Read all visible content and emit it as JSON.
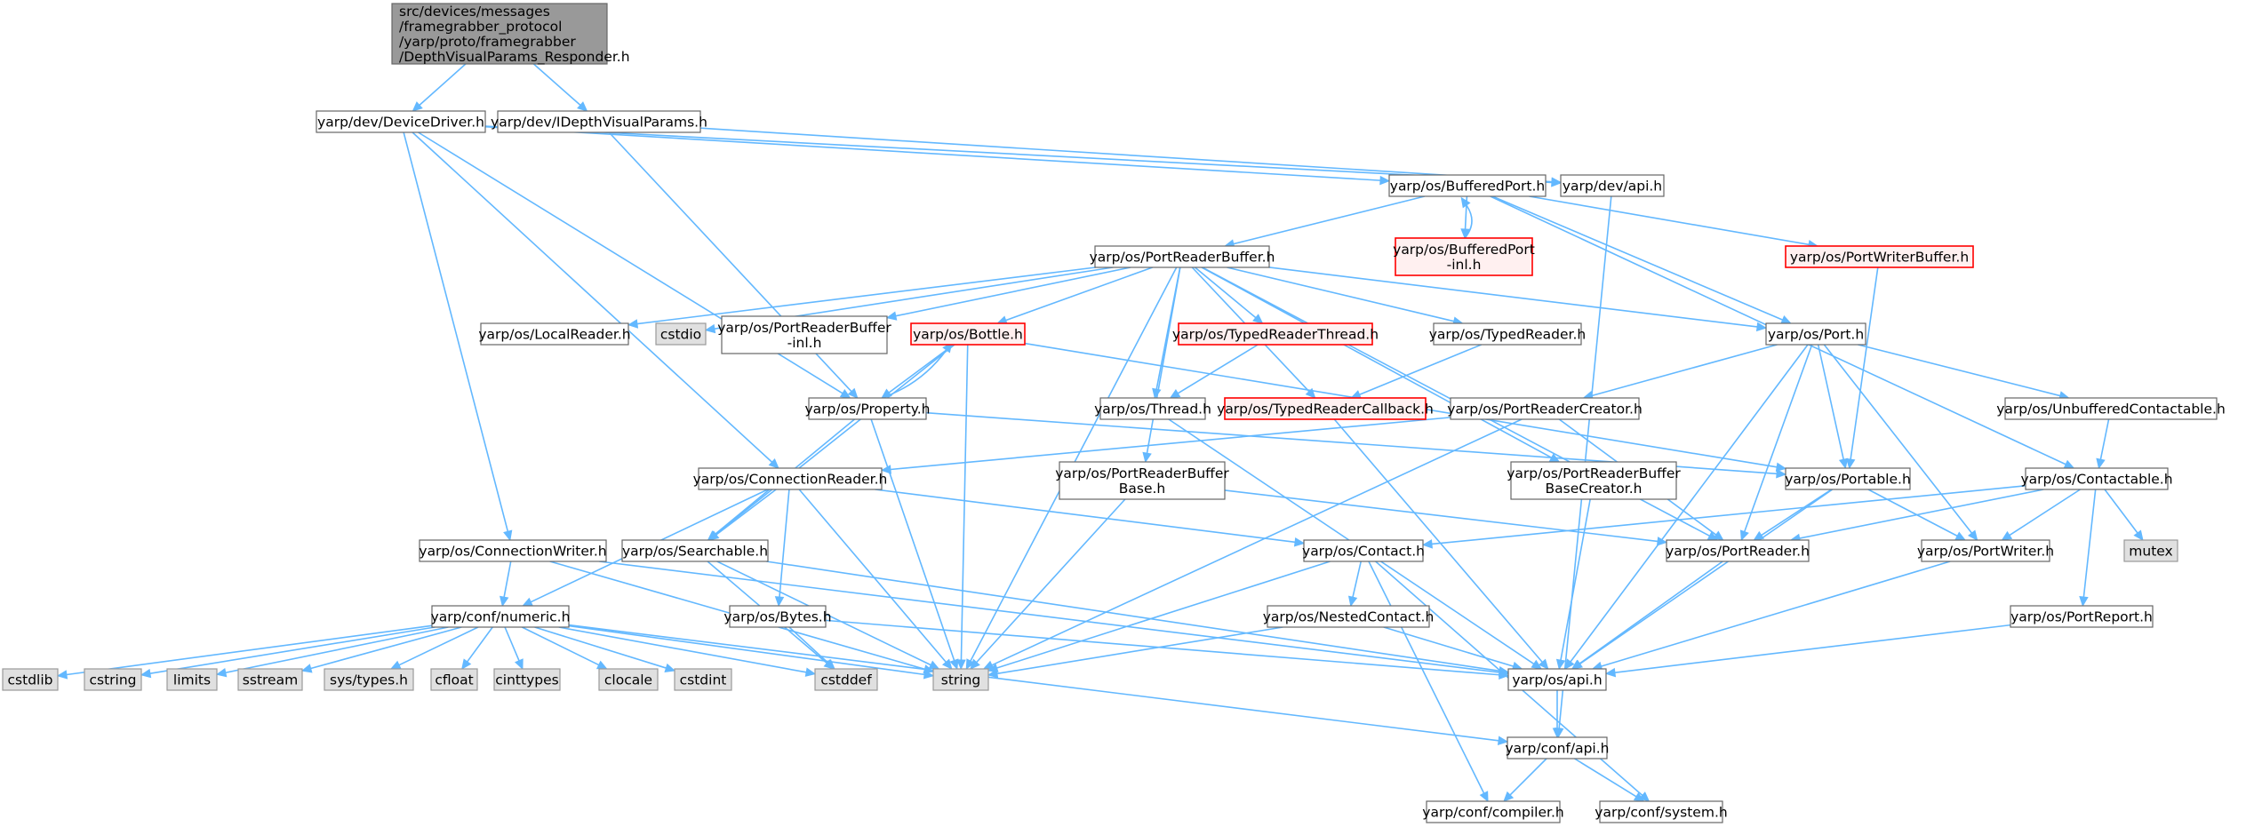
{
  "colors": {
    "edge": "#63b8ff",
    "node_fill": "#ffffff",
    "node_border": "#666666",
    "root_fill": "#999999",
    "external_fill": "#e0e0e0",
    "external_border": "#999999",
    "truncated_fill": "#fff0f0",
    "truncated_border": "#ff0000"
  },
  "nodes": [
    {
      "id": "root",
      "kind": "root",
      "lines": [
        "src/devices/messages",
        "/framegrabber_protocol",
        "/yarp/proto/framegrabber",
        "/DepthVisualParams_Responder.h"
      ]
    },
    {
      "id": "devicedriver",
      "kind": "normal",
      "lines": [
        "yarp/dev/DeviceDriver.h"
      ]
    },
    {
      "id": "idepthvisual",
      "kind": "normal",
      "lines": [
        "yarp/dev/IDepthVisualParams.h"
      ]
    },
    {
      "id": "bufferedport",
      "kind": "normal",
      "lines": [
        "yarp/os/BufferedPort.h"
      ]
    },
    {
      "id": "devapi",
      "kind": "normal",
      "lines": [
        "yarp/dev/api.h"
      ]
    },
    {
      "id": "bufferedportinl",
      "kind": "truncated",
      "lines": [
        "yarp/os/BufferedPort",
        "-inl.h"
      ]
    },
    {
      "id": "portwriterbuffer",
      "kind": "truncated",
      "lines": [
        "yarp/os/PortWriterBuffer.h"
      ]
    },
    {
      "id": "portreaderbuffer",
      "kind": "normal",
      "lines": [
        "yarp/os/PortReaderBuffer.h"
      ]
    },
    {
      "id": "localreader",
      "kind": "normal",
      "lines": [
        "yarp/os/LocalReader.h"
      ]
    },
    {
      "id": "cstdio",
      "kind": "external",
      "lines": [
        "cstdio"
      ]
    },
    {
      "id": "prbinl",
      "kind": "normal",
      "lines": [
        "yarp/os/PortReaderBuffer",
        "-inl.h"
      ]
    },
    {
      "id": "bottle",
      "kind": "truncated",
      "lines": [
        "yarp/os/Bottle.h"
      ]
    },
    {
      "id": "typedreaderthread",
      "kind": "truncated",
      "lines": [
        "yarp/os/TypedReaderThread.h"
      ]
    },
    {
      "id": "typedreader",
      "kind": "normal",
      "lines": [
        "yarp/os/TypedReader.h"
      ]
    },
    {
      "id": "port",
      "kind": "normal",
      "lines": [
        "yarp/os/Port.h"
      ]
    },
    {
      "id": "property",
      "kind": "normal",
      "lines": [
        "yarp/os/Property.h"
      ]
    },
    {
      "id": "thread",
      "kind": "normal",
      "lines": [
        "yarp/os/Thread.h"
      ]
    },
    {
      "id": "typedreadercallback",
      "kind": "truncated",
      "lines": [
        "yarp/os/TypedReaderCallback.h"
      ]
    },
    {
      "id": "portreadercreator",
      "kind": "normal",
      "lines": [
        "yarp/os/PortReaderCreator.h"
      ]
    },
    {
      "id": "unbufferedcontactable",
      "kind": "normal",
      "lines": [
        "yarp/os/UnbufferedContactable.h"
      ]
    },
    {
      "id": "connectionreader",
      "kind": "normal",
      "lines": [
        "yarp/os/ConnectionReader.h"
      ]
    },
    {
      "id": "prbbase",
      "kind": "normal",
      "lines": [
        "yarp/os/PortReaderBuffer",
        "Base.h"
      ]
    },
    {
      "id": "prbbasecreator",
      "kind": "normal",
      "lines": [
        "yarp/os/PortReaderBuffer",
        "BaseCreator.h"
      ]
    },
    {
      "id": "portable",
      "kind": "normal",
      "lines": [
        "yarp/os/Portable.h"
      ]
    },
    {
      "id": "contactable",
      "kind": "normal",
      "lines": [
        "yarp/os/Contactable.h"
      ]
    },
    {
      "id": "connectionwriter",
      "kind": "normal",
      "lines": [
        "yarp/os/ConnectionWriter.h"
      ]
    },
    {
      "id": "searchable",
      "kind": "normal",
      "lines": [
        "yarp/os/Searchable.h"
      ]
    },
    {
      "id": "contact",
      "kind": "normal",
      "lines": [
        "yarp/os/Contact.h"
      ]
    },
    {
      "id": "portreader",
      "kind": "normal",
      "lines": [
        "yarp/os/PortReader.h"
      ]
    },
    {
      "id": "portwriter",
      "kind": "normal",
      "lines": [
        "yarp/os/PortWriter.h"
      ]
    },
    {
      "id": "mutex",
      "kind": "external",
      "lines": [
        "mutex"
      ]
    },
    {
      "id": "numeric",
      "kind": "normal",
      "lines": [
        "yarp/conf/numeric.h"
      ]
    },
    {
      "id": "bytes",
      "kind": "normal",
      "lines": [
        "yarp/os/Bytes.h"
      ]
    },
    {
      "id": "nestedcontact",
      "kind": "normal",
      "lines": [
        "yarp/os/NestedContact.h"
      ]
    },
    {
      "id": "portreport",
      "kind": "normal",
      "lines": [
        "yarp/os/PortReport.h"
      ]
    },
    {
      "id": "cstdlib",
      "kind": "external",
      "lines": [
        "cstdlib"
      ]
    },
    {
      "id": "cstring",
      "kind": "external",
      "lines": [
        "cstring"
      ]
    },
    {
      "id": "limits",
      "kind": "external",
      "lines": [
        "limits"
      ]
    },
    {
      "id": "sstream",
      "kind": "external",
      "lines": [
        "sstream"
      ]
    },
    {
      "id": "systypes",
      "kind": "external",
      "lines": [
        "sys/types.h"
      ]
    },
    {
      "id": "cfloat",
      "kind": "external",
      "lines": [
        "cfloat"
      ]
    },
    {
      "id": "cinttypes",
      "kind": "external",
      "lines": [
        "cinttypes"
      ]
    },
    {
      "id": "clocale",
      "kind": "external",
      "lines": [
        "clocale"
      ]
    },
    {
      "id": "cstdint",
      "kind": "external",
      "lines": [
        "cstdint"
      ]
    },
    {
      "id": "cstddef",
      "kind": "external",
      "lines": [
        "cstddef"
      ]
    },
    {
      "id": "string",
      "kind": "external",
      "lines": [
        "string"
      ]
    },
    {
      "id": "osapi",
      "kind": "normal",
      "lines": [
        "yarp/os/api.h"
      ]
    },
    {
      "id": "confapi",
      "kind": "normal",
      "lines": [
        "yarp/conf/api.h"
      ]
    },
    {
      "id": "compiler",
      "kind": "normal",
      "lines": [
        "yarp/conf/compiler.h"
      ]
    },
    {
      "id": "system",
      "kind": "normal",
      "lines": [
        "yarp/conf/system.h"
      ]
    }
  ],
  "edges": [
    [
      "root",
      "devicedriver"
    ],
    [
      "root",
      "idepthvisual"
    ],
    [
      "devicedriver",
      "devapi"
    ],
    [
      "devicedriver",
      "bufferedport"
    ],
    [
      "devicedriver",
      "property"
    ],
    [
      "devicedriver",
      "connectionreader"
    ],
    [
      "devicedriver",
      "connectionwriter"
    ],
    [
      "idepthvisual",
      "devapi"
    ],
    [
      "idepthvisual",
      "property"
    ],
    [
      "devapi",
      "confapi"
    ],
    [
      "bufferedport",
      "bufferedportinl"
    ],
    [
      "bufferedportinl",
      "bufferedport"
    ],
    [
      "bufferedport",
      "portreaderbuffer"
    ],
    [
      "bufferedport",
      "portwriterbuffer"
    ],
    [
      "bufferedport",
      "port"
    ],
    [
      "bufferedport",
      "contactable"
    ],
    [
      "portwriterbuffer",
      "portable"
    ],
    [
      "portreaderbuffer",
      "localreader"
    ],
    [
      "portreaderbuffer",
      "cstdio"
    ],
    [
      "portreaderbuffer",
      "prbinl"
    ],
    [
      "portreaderbuffer",
      "bottle"
    ],
    [
      "portreaderbuffer",
      "typedreaderthread"
    ],
    [
      "portreaderbuffer",
      "typedreader"
    ],
    [
      "portreaderbuffer",
      "port"
    ],
    [
      "portreaderbuffer",
      "thread"
    ],
    [
      "portreaderbuffer",
      "typedreadercallback"
    ],
    [
      "portreaderbuffer",
      "prbbase"
    ],
    [
      "portreaderbuffer",
      "prbbasecreator"
    ],
    [
      "portreaderbuffer",
      "portreader"
    ],
    [
      "portreaderbuffer",
      "string"
    ],
    [
      "bottle",
      "property"
    ],
    [
      "property",
      "bottle"
    ],
    [
      "bottle",
      "searchable"
    ],
    [
      "bottle",
      "portable"
    ],
    [
      "bottle",
      "string"
    ],
    [
      "typedreaderthread",
      "thread"
    ],
    [
      "typedreader",
      "typedreadercallback"
    ],
    [
      "port",
      "portreadercreator"
    ],
    [
      "port",
      "unbufferedcontactable"
    ],
    [
      "port",
      "portable"
    ],
    [
      "port",
      "portreader"
    ],
    [
      "port",
      "portwriter"
    ],
    [
      "port",
      "osapi"
    ],
    [
      "property",
      "searchable"
    ],
    [
      "property",
      "portable"
    ],
    [
      "property",
      "string"
    ],
    [
      "thread",
      "osapi"
    ],
    [
      "typedreadercallback",
      "osapi"
    ],
    [
      "portreadercreator",
      "connectionreader"
    ],
    [
      "portreadercreator",
      "portreader"
    ],
    [
      "portreadercreator",
      "string"
    ],
    [
      "unbufferedcontactable",
      "contactable"
    ],
    [
      "connectionreader",
      "numeric"
    ],
    [
      "connectionreader",
      "searchable"
    ],
    [
      "connectionreader",
      "contact"
    ],
    [
      "connectionreader",
      "bytes"
    ],
    [
      "connectionreader",
      "string"
    ],
    [
      "prbbase",
      "portreader"
    ],
    [
      "prbbase",
      "string"
    ],
    [
      "prbbasecreator",
      "osapi"
    ],
    [
      "portable",
      "portreader"
    ],
    [
      "portable",
      "portwriter"
    ],
    [
      "portable",
      "osapi"
    ],
    [
      "contactable",
      "contact"
    ],
    [
      "contactable",
      "portreader"
    ],
    [
      "contactable",
      "portwriter"
    ],
    [
      "contactable",
      "mutex"
    ],
    [
      "contactable",
      "portreport"
    ],
    [
      "connectionwriter",
      "numeric"
    ],
    [
      "connectionwriter",
      "osapi"
    ],
    [
      "connectionwriter",
      "string"
    ],
    [
      "searchable",
      "osapi"
    ],
    [
      "searchable",
      "string"
    ],
    [
      "searchable",
      "cstddef"
    ],
    [
      "contact",
      "nestedcontact"
    ],
    [
      "contact",
      "string"
    ],
    [
      "contact",
      "compiler"
    ],
    [
      "contact",
      "system"
    ],
    [
      "portreader",
      "osapi"
    ],
    [
      "portwriter",
      "osapi"
    ],
    [
      "numeric",
      "cstdlib"
    ],
    [
      "numeric",
      "cstring"
    ],
    [
      "numeric",
      "limits"
    ],
    [
      "numeric",
      "sstream"
    ],
    [
      "numeric",
      "systypes"
    ],
    [
      "numeric",
      "cfloat"
    ],
    [
      "numeric",
      "cinttypes"
    ],
    [
      "numeric",
      "clocale"
    ],
    [
      "numeric",
      "cstdint"
    ],
    [
      "numeric",
      "cstddef"
    ],
    [
      "numeric",
      "string"
    ],
    [
      "numeric",
      "confapi"
    ],
    [
      "bytes",
      "cstddef"
    ],
    [
      "bytes",
      "osapi"
    ],
    [
      "nestedcontact",
      "osapi"
    ],
    [
      "nestedcontact",
      "string"
    ],
    [
      "portreport",
      "osapi"
    ],
    [
      "osapi",
      "confapi"
    ],
    [
      "confapi",
      "compiler"
    ],
    [
      "confapi",
      "system"
    ]
  ]
}
